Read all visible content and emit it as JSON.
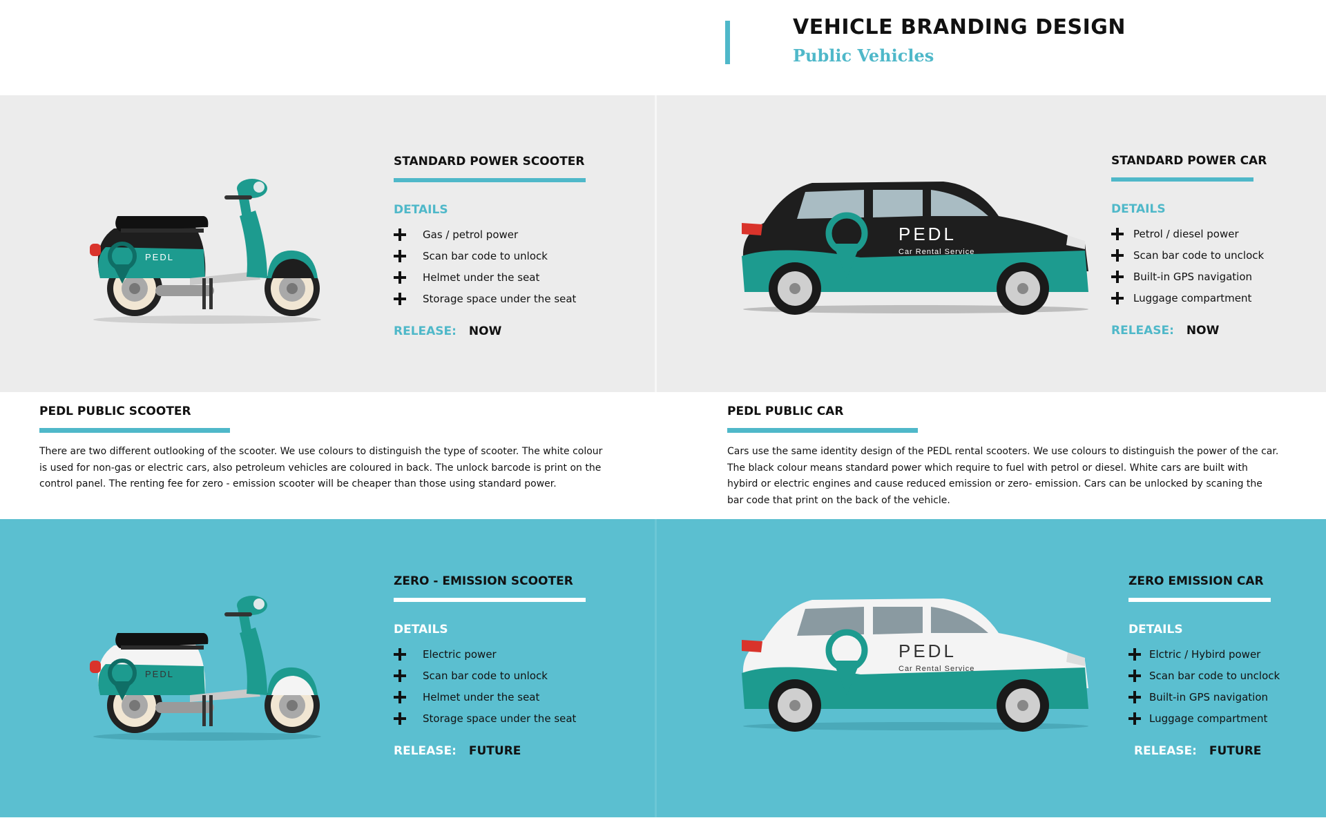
{
  "header": {
    "title": "VEHICLE BRANDING DESIGN",
    "subtitle": "Public Vehicles"
  },
  "standard_scooter": {
    "title": "STANDARD POWER SCOOTER",
    "details_label": "DETAILS",
    "items": [
      "Gas / petrol power",
      "Scan bar code to unlock",
      "Helmet under the seat",
      "Storage space under the seat"
    ],
    "release_label": "RELEASE:",
    "release_value": "NOW",
    "brand_text": "PEDL"
  },
  "standard_car": {
    "title": "STANDARD POWER CAR",
    "details_label": "DETAILS",
    "items": [
      "Petrol / diesel power",
      "Scan bar code to unclock",
      "Built-in GPS navigation",
      "Luggage compartment"
    ],
    "release_label": "RELEASE:",
    "release_value": "NOW",
    "brand_text": "PEDL",
    "brand_tagline": "Car Rental Service"
  },
  "public_scooter": {
    "title": "PEDL PUBLIC SCOOTER",
    "body": "There are two different outlooking of the scooter. We use colours to distinguish the type of scooter. The white colour is used for non-gas or electric cars, also petroleum vehicles are coloured in back.  The unlock barcode is print on the control panel. The renting fee for zero - emission scooter will be cheaper than those using standard power."
  },
  "public_car": {
    "title": "PEDL PUBLIC CAR",
    "body": "Cars use the same identity design of the PEDL rental scooters. We use colours to distinguish the power of the car. The black colour means standard power which require to fuel with petrol or diesel. White cars are built with hybird or electric engines and cause reduced emission or zero- emission. Cars can be unlocked by scaning the bar code that print on the back of the vehicle."
  },
  "zero_scooter": {
    "title": "ZERO - EMISSION SCOOTER",
    "details_label": "DETAILS",
    "items": [
      "Electric power",
      "Scan bar code to unlock",
      "Helmet under the seat",
      "Storage space under the seat"
    ],
    "release_label": "RELEASE:",
    "release_value": "FUTURE",
    "brand_text": "PEDL"
  },
  "zero_car": {
    "title": "ZERO EMISSION CAR",
    "details_label": "DETAILS",
    "items": [
      "Elctric / Hybird power",
      "Scan bar code to unclock",
      "Built-in GPS navigation",
      "Luggage compartment"
    ],
    "release_label": "RELEASE:",
    "release_value": "FUTURE",
    "brand_text": "PEDL",
    "brand_tagline": "Car Rental Service"
  },
  "colors": {
    "accent_teal": "#4fb8c9",
    "panel_teal": "#5bbfd0",
    "panel_grey": "#ececec",
    "brand_green": "#1d9b8f",
    "body_black": "#1e1e1e",
    "body_white": "#f4f4f4"
  },
  "icons": [
    "plus-icon",
    "scooter-illustration",
    "car-illustration",
    "location-pin-logo"
  ]
}
